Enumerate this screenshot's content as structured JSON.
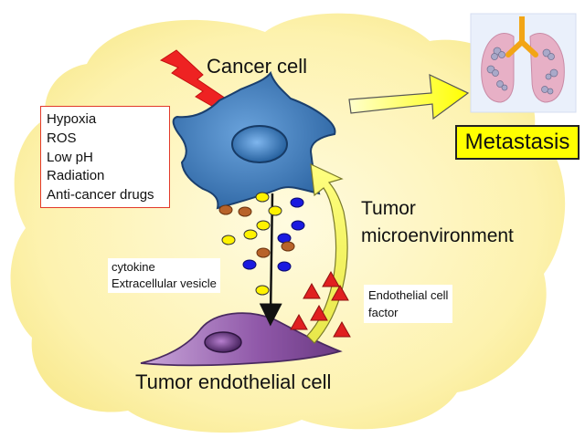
{
  "cancer_cell": {
    "label": "Cancer cell"
  },
  "endothelial_cell": {
    "label": "Tumor endothelial cell"
  },
  "microenvironment": {
    "line1": "Tumor",
    "line2": "microenvironment"
  },
  "stress_factors": {
    "items": [
      "Hypoxia",
      "ROS",
      "Low pH",
      "Radiation",
      "Anti-cancer drugs"
    ]
  },
  "secreted": {
    "line1": "cytokine",
    "line2": "Extracellular vesicle"
  },
  "endothelial_factor": {
    "line1": "Endothelial cell",
    "line2": "factor"
  },
  "metastasis": {
    "label": "Metastasis"
  },
  "colors": {
    "background_blob": "#fdf2ae",
    "cancer_cell": "#2f6fad",
    "endothelial_cell": "#9a62b0",
    "lightning": "#ee2222",
    "arrow_yellow": "#ffff00",
    "vesicle_yellow": "#fff200",
    "vesicle_blue": "#1a1ae0",
    "vesicle_brown": "#b8632a",
    "triangle_red": "#e02020"
  }
}
